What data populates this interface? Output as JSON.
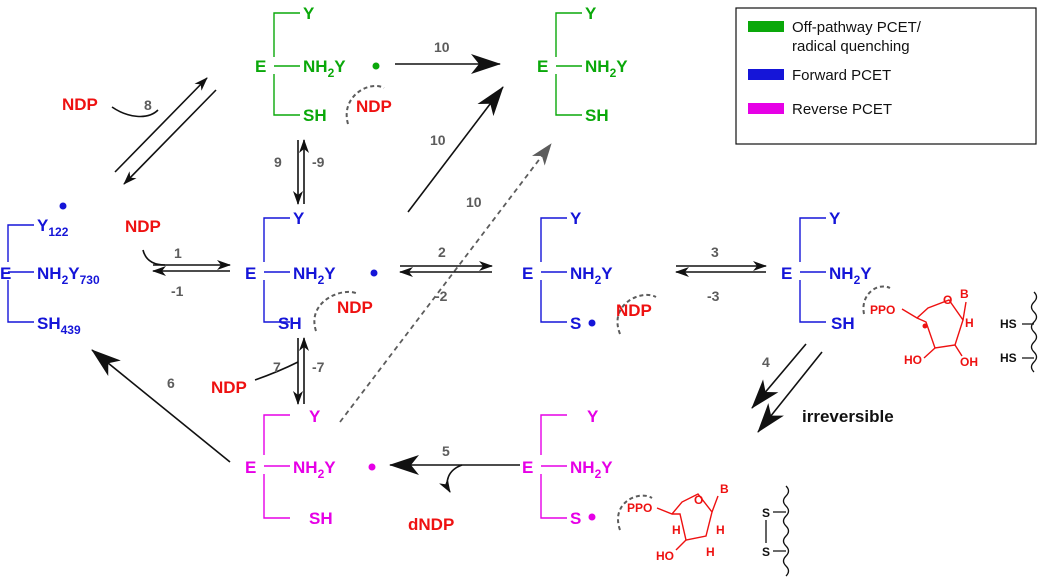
{
  "colors": {
    "green": "#0aa80a",
    "blue": "#1515d8",
    "magenta": "#e600e6",
    "red": "#ee1111",
    "gray": "#5c5c5c",
    "black": "#111111"
  },
  "legend": {
    "green_1": "Off-pathway PCET/",
    "green_2": "radical quenching",
    "blue": "Forward PCET",
    "magenta": "Reverse PCET"
  },
  "labels": {
    "E": "E",
    "Y": "Y",
    "NH2Y": "NH",
    "two": "2",
    "SH": "SH",
    "S": "S",
    "NDP": "NDP",
    "dNDP": "dNDP",
    "Y122_base": "Y",
    "Y122_sub": "122",
    "NH2Y730_sub": "730",
    "SH439_base": "SH",
    "SH439_sub": "439",
    "irreversible": "irreversible",
    "PPO": "PPO",
    "O": "O",
    "B": "B",
    "H": "H",
    "HO": "HO",
    "OH": "OH",
    "HS": "HS"
  },
  "steps": {
    "s1": "1",
    "sm1": "-1",
    "s2": "2",
    "sm2": "-2",
    "s3": "3",
    "sm3": "-3",
    "s4": "4",
    "s5": "5",
    "s6": "6",
    "s7": "7",
    "sm7": "-7",
    "s8": "8",
    "s9": "9",
    "sm9": "-9",
    "s10a": "10",
    "s10b": "10",
    "s10c": "10"
  }
}
